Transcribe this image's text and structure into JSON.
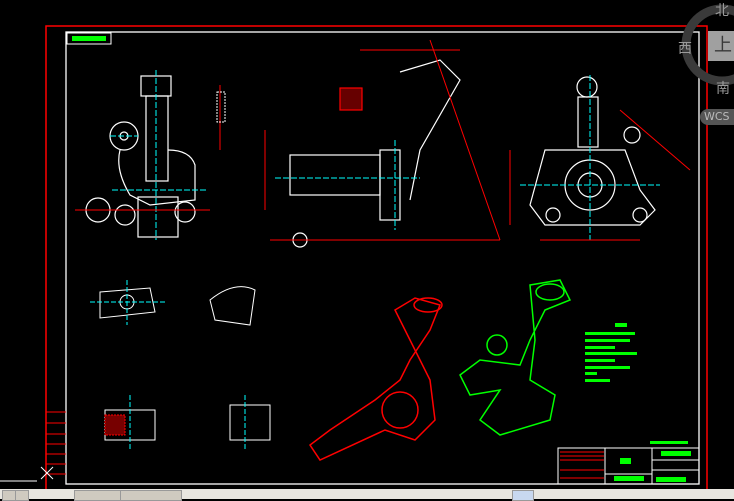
{
  "viewcube": {
    "north": "北",
    "west": "西",
    "top": "上",
    "south": "南",
    "wcs": "WCS"
  },
  "colors": {
    "background": "#000000",
    "border": "#ff0000",
    "outline": "#ffffff",
    "dimension": "#ff0000",
    "centerline": "#00ffff",
    "text": "#00ff00"
  }
}
